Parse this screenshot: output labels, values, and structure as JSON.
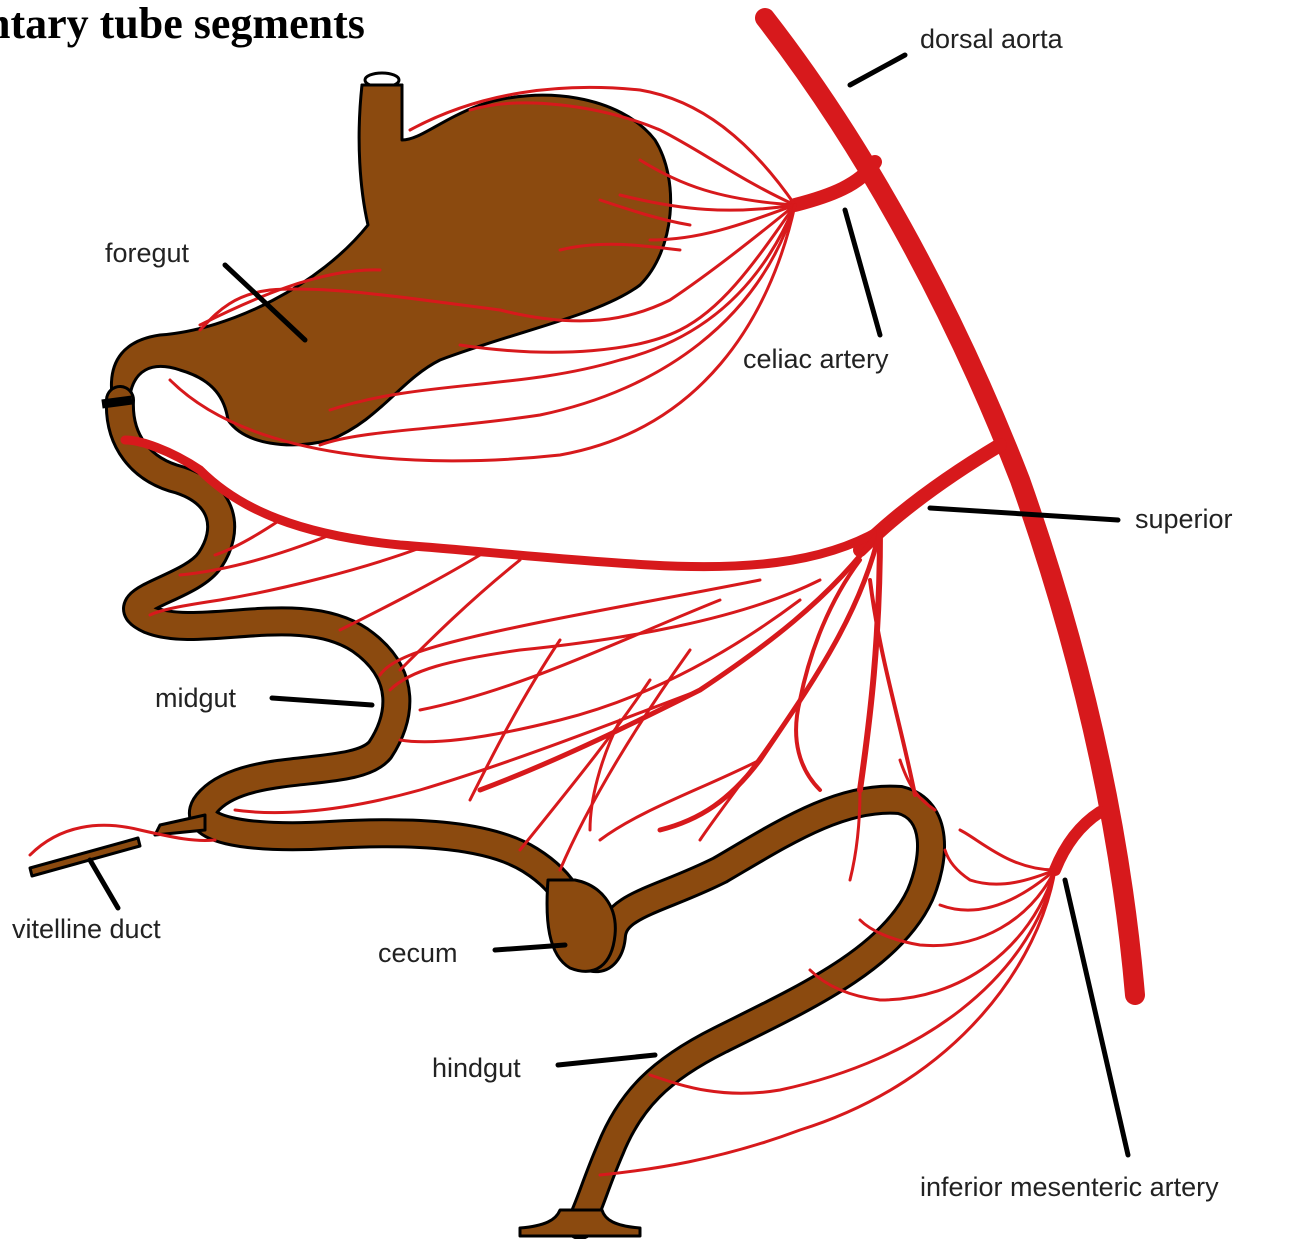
{
  "title": "ntary tube segments",
  "labels": {
    "dorsal_aorta": "dorsal aorta",
    "foregut": "foregut",
    "celiac_artery": "celiac artery",
    "superior": "superior",
    "midgut": "midgut",
    "vitelline_duct": "vitelline duct",
    "cecum": "cecum",
    "hindgut": "hindgut",
    "inferior_mesenteric_artery": "inferior mesenteric artery"
  },
  "colors": {
    "artery": "#d7191c",
    "gut": "#8b4a0f",
    "outline": "#000000",
    "background": "#ffffff"
  }
}
